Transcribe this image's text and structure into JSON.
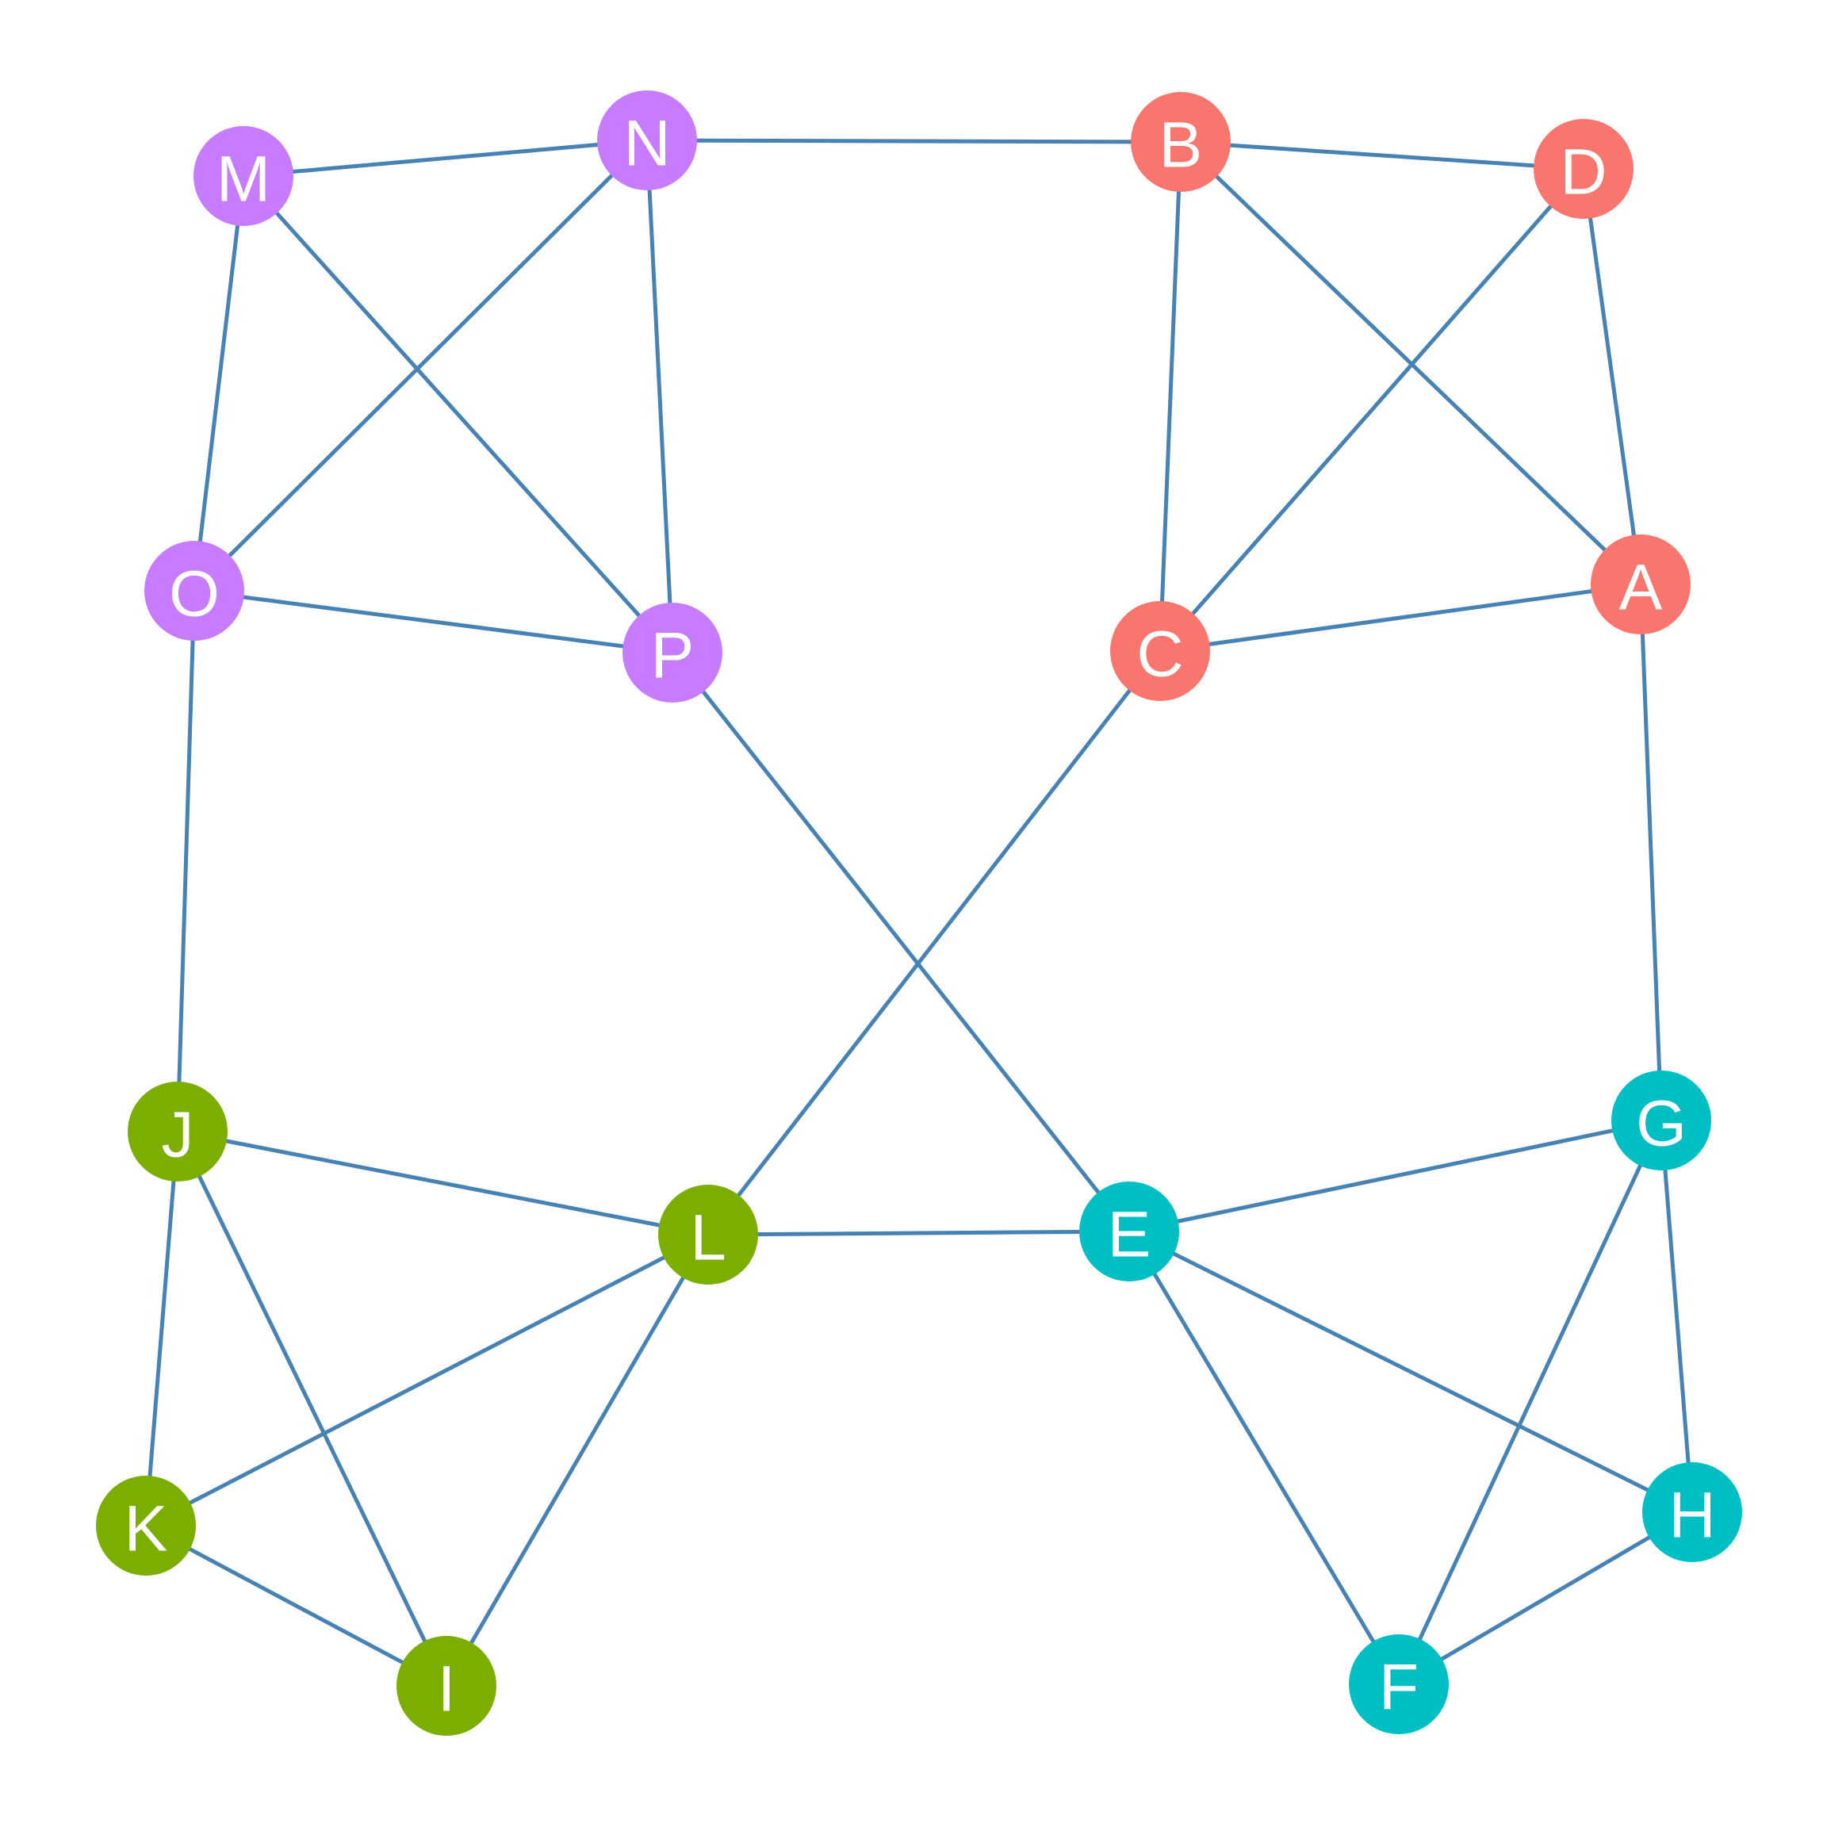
{
  "graph": {
    "edge_color": "#4682B4",
    "groups": {
      "red": "#F8766D",
      "purple": "#C77CFF",
      "green": "#7CAE00",
      "teal": "#00BFC4"
    },
    "nodes": [
      {
        "id": "A",
        "label": "A",
        "group": "red"
      },
      {
        "id": "B",
        "label": "B",
        "group": "red"
      },
      {
        "id": "C",
        "label": "C",
        "group": "red"
      },
      {
        "id": "D",
        "label": "D",
        "group": "red"
      },
      {
        "id": "E",
        "label": "E",
        "group": "teal"
      },
      {
        "id": "F",
        "label": "F",
        "group": "teal"
      },
      {
        "id": "G",
        "label": "G",
        "group": "teal"
      },
      {
        "id": "H",
        "label": "H",
        "group": "teal"
      },
      {
        "id": "I",
        "label": "I",
        "group": "green"
      },
      {
        "id": "J",
        "label": "J",
        "group": "green"
      },
      {
        "id": "K",
        "label": "K",
        "group": "green"
      },
      {
        "id": "L",
        "label": "L",
        "group": "green"
      },
      {
        "id": "M",
        "label": "M",
        "group": "purple"
      },
      {
        "id": "N",
        "label": "N",
        "group": "purple"
      },
      {
        "id": "O",
        "label": "O",
        "group": "purple"
      },
      {
        "id": "P",
        "label": "P",
        "group": "purple"
      }
    ],
    "edges": [
      [
        "M",
        "N"
      ],
      [
        "N",
        "B"
      ],
      [
        "B",
        "D"
      ],
      [
        "M",
        "O"
      ],
      [
        "M",
        "P"
      ],
      [
        "N",
        "O"
      ],
      [
        "N",
        "P"
      ],
      [
        "O",
        "P"
      ],
      [
        "B",
        "C"
      ],
      [
        "B",
        "A"
      ],
      [
        "D",
        "C"
      ],
      [
        "D",
        "A"
      ],
      [
        "C",
        "A"
      ],
      [
        "O",
        "J"
      ],
      [
        "A",
        "G"
      ],
      [
        "P",
        "E"
      ],
      [
        "C",
        "L"
      ],
      [
        "J",
        "L"
      ],
      [
        "J",
        "K"
      ],
      [
        "J",
        "I"
      ],
      [
        "L",
        "E"
      ],
      [
        "L",
        "K"
      ],
      [
        "L",
        "I"
      ],
      [
        "K",
        "I"
      ],
      [
        "E",
        "G"
      ],
      [
        "E",
        "H"
      ],
      [
        "E",
        "F"
      ],
      [
        "G",
        "F"
      ],
      [
        "G",
        "H"
      ],
      [
        "H",
        "F"
      ]
    ]
  }
}
